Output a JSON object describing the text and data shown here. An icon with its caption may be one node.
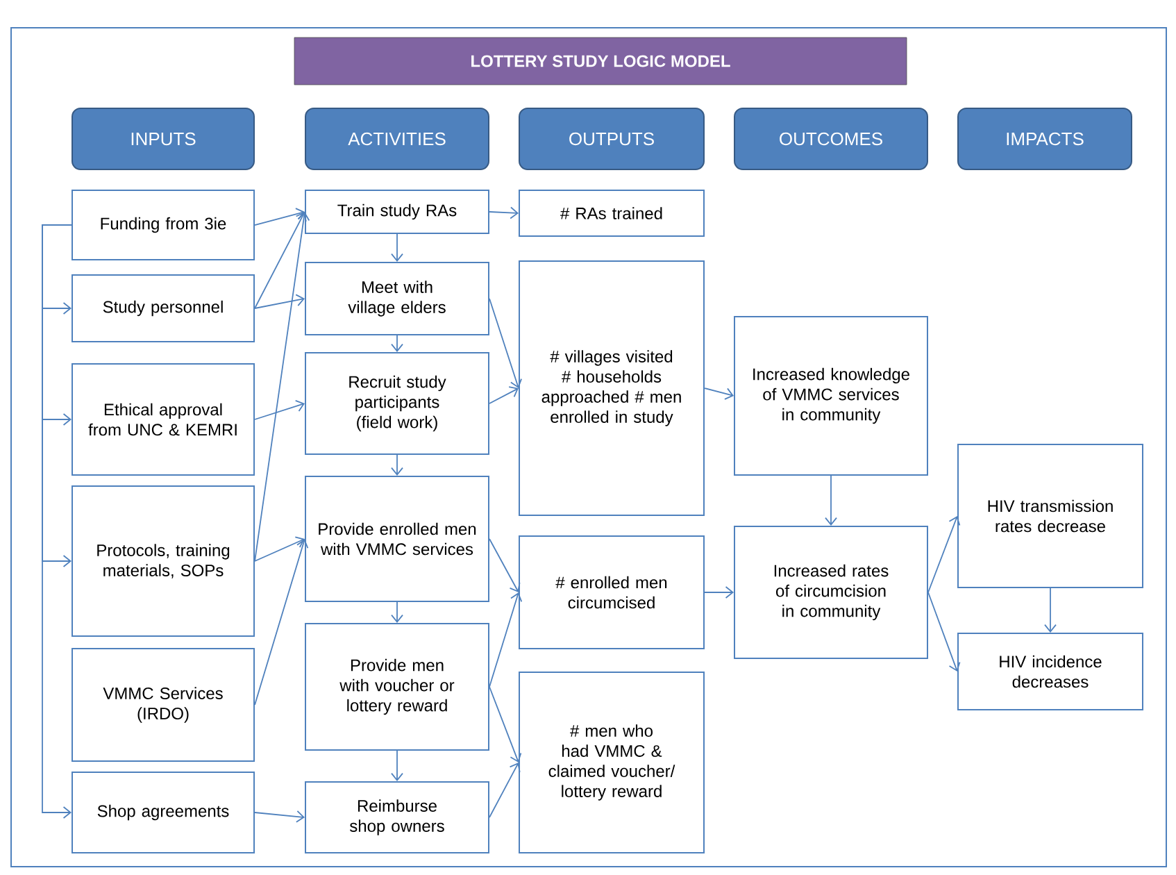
{
  "diagram": {
    "title": "LOTTERY STUDY LOGIC MODEL",
    "nodes": [
      {
        "text": [
          "INPUTS"
        ]
      },
      {
        "text": [
          "ACTIVITIES"
        ]
      },
      {
        "text": [
          "OUTPUTS"
        ]
      },
      {
        "text": [
          "OUTCOMES"
        ]
      },
      {
        "text": [
          "IMPACTS"
        ]
      },
      {
        "text": [
          "Funding from 3ie"
        ]
      },
      {
        "text": [
          "Study personnel"
        ]
      },
      {
        "text": [
          "Ethical approval from UNC & KEMRI"
        ]
      },
      {
        "text": [
          "Protocols, training materials, SOPs"
        ]
      },
      {
        "text": [
          "VMMC Services (IRDO)"
        ]
      },
      {
        "text": [
          "Shop agreements"
        ]
      },
      {
        "text": [
          "Train study RAs"
        ]
      },
      {
        "text": [
          "Meet with village elders"
        ]
      },
      {
        "text": [
          "Recruit study participants (field work)"
        ]
      },
      {
        "text": [
          "Provide enrolled men with VMMC services"
        ]
      },
      {
        "text": [
          "Provide men with voucher or lottery reward"
        ]
      },
      {
        "text": [
          "Reimburse shop owners"
        ]
      },
      {
        "text": [
          "# RAs trained"
        ]
      },
      {
        "text": [
          "# villages visited # households approached # men enrolled in study"
        ]
      },
      {
        "text": [
          "# enrolled men circumcised"
        ]
      },
      {
        "text": [
          "# men who had VMMC & claimed voucher/ lottery reward"
        ]
      },
      {
        "text": [
          "Increased knowledge of VMMC services in community"
        ]
      },
      {
        "text": [
          "Increased rates of circumcision in community"
        ]
      },
      {
        "text": [
          "HIV transmission rates decrease"
        ]
      },
      {
        "text": [
          "HIV incidence decreases"
        ]
      }
    ],
    "edges": [
      {
        "from": 5,
        "to": 6,
        "arrow": "to"
      },
      {
        "from": 5,
        "to": 7,
        "arrow": "to"
      },
      {
        "from": 5,
        "to": 8,
        "arrow": "to"
      },
      {
        "from": 5,
        "to": 10,
        "arrow": "to"
      },
      {
        "from": 5,
        "to": 11,
        "arrow": "to"
      },
      {
        "from": 6,
        "to": 11,
        "arrow": "to"
      },
      {
        "from": 6,
        "to": 12,
        "arrow": "to"
      },
      {
        "from": 7,
        "to": 13,
        "arrow": "to"
      },
      {
        "from": 8,
        "to": 11,
        "arrow": "to"
      },
      {
        "from": 8,
        "to": 14,
        "arrow": "to"
      },
      {
        "from": 9,
        "to": 14,
        "arrow": "to"
      },
      {
        "from": 10,
        "to": 16,
        "arrow": "to"
      },
      {
        "from": 11,
        "to": 12,
        "arrow": "to"
      },
      {
        "from": 12,
        "to": 13,
        "arrow": "to"
      },
      {
        "from": 13,
        "to": 14,
        "arrow": "to"
      },
      {
        "from": 14,
        "to": 15,
        "arrow": "to"
      },
      {
        "from": 15,
        "to": 16,
        "arrow": "to"
      },
      {
        "from": 11,
        "to": 17,
        "arrow": "to"
      },
      {
        "from": 12,
        "to": 18,
        "arrow": "to"
      },
      {
        "from": 13,
        "to": 18,
        "arrow": "to"
      },
      {
        "from": 14,
        "to": 19,
        "arrow": "to"
      },
      {
        "from": 15,
        "to": 19,
        "arrow": "to"
      },
      {
        "from": 15,
        "to": 20,
        "arrow": "to"
      },
      {
        "from": 16,
        "to": 20,
        "arrow": "to"
      },
      {
        "from": 18,
        "to": 21,
        "arrow": "to"
      },
      {
        "from": 19,
        "to": 22,
        "arrow": "to"
      },
      {
        "from": 21,
        "to": 22,
        "arrow": "to"
      },
      {
        "from": 22,
        "to": 23,
        "arrow": "to"
      },
      {
        "from": 22,
        "to": 24,
        "arrow": "to"
      },
      {
        "from": 23,
        "to": 24,
        "arrow": "to"
      }
    ]
  }
}
